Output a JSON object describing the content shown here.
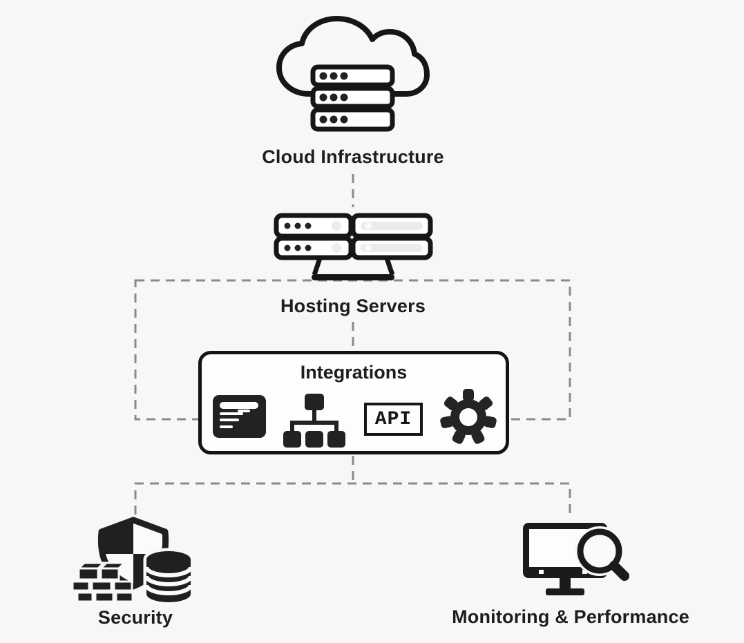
{
  "canvas": {
    "background": "#f7f7f7",
    "ink": "#1d1d1d",
    "dash_color": "#8a8a8a"
  },
  "nodes": {
    "cloud_infrastructure": {
      "label": "Cloud Infrastructure",
      "icon": "cloud-servers-icon"
    },
    "hosting_servers": {
      "label": "Hosting Servers",
      "icon": "server-rack-monitor-icon"
    },
    "integrations": {
      "label": "Integrations",
      "icons": [
        "form-card-icon",
        "sitemap-icon",
        "api-badge-icon",
        "gear-icon"
      ],
      "api_label": "API"
    },
    "security": {
      "label": "Security",
      "icon": "shield-firewall-database-icon"
    },
    "monitoring_performance": {
      "label": "Monitoring & Performance",
      "icon": "monitor-magnifier-icon"
    }
  },
  "edges": [
    {
      "from": "cloud_infrastructure",
      "to": "hosting_servers",
      "style": "dashed"
    },
    {
      "from": "hosting_servers",
      "to": "integrations",
      "style": "dashed"
    },
    {
      "from": "integrations",
      "to": "security",
      "style": "dashed"
    },
    {
      "from": "integrations",
      "to": "monitoring_performance",
      "style": "dashed"
    }
  ]
}
